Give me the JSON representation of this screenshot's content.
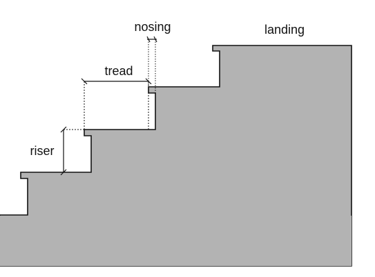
{
  "labels": {
    "nosing": "nosing",
    "landing": "landing",
    "tread": "tread",
    "riser": "riser"
  },
  "colors": {
    "stair_fill": "#b3b3b3",
    "outline": "#111111",
    "background": "#ffffff"
  }
}
